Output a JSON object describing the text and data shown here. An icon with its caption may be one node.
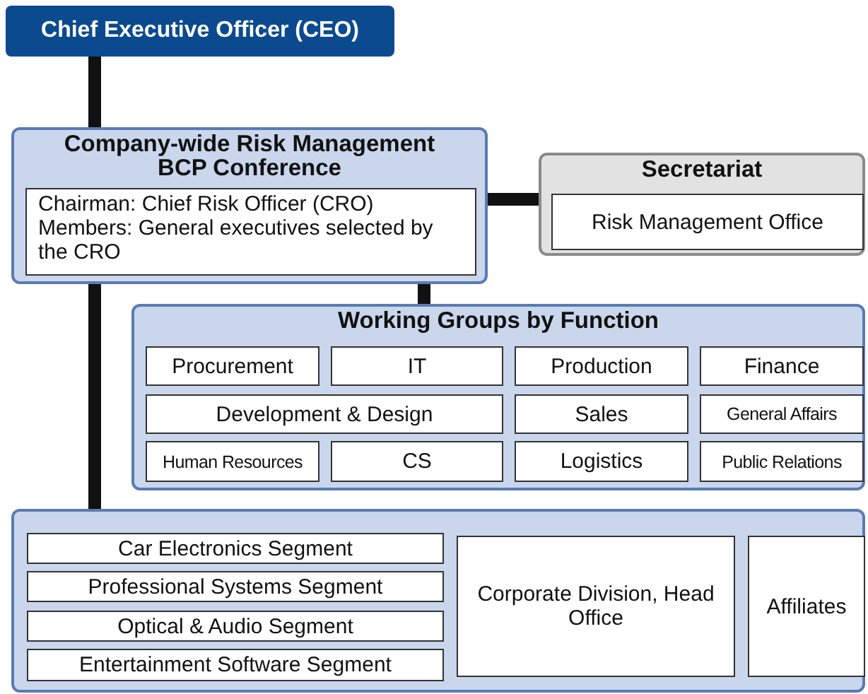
{
  "diagram": {
    "nodes": [
      {
        "text": [
          "Chief Executive Officer (CEO)"
        ]
      },
      {
        "text": [
          "Company-wide Risk Management BCP Conference"
        ]
      },
      {
        "text": [
          "Chairman: Chief Risk Officer (CRO)",
          "Members: General executives selected by the CRO"
        ],
        "in": 1
      },
      {
        "text": [
          "Secretariat"
        ]
      },
      {
        "text": [
          "Risk Management Office"
        ],
        "in": 3
      },
      {
        "text": [
          "Working Groups by Function"
        ]
      },
      {
        "text": [
          "Procurement"
        ],
        "in": 5
      },
      {
        "text": [
          "IT"
        ],
        "in": 5
      },
      {
        "text": [
          "Production"
        ],
        "in": 5
      },
      {
        "text": [
          "Finance"
        ],
        "in": 5
      },
      {
        "text": [
          "Development & Design"
        ],
        "in": 5
      },
      {
        "text": [
          "Sales"
        ],
        "in": 5
      },
      {
        "text": [
          "General Affairs"
        ],
        "in": 5
      },
      {
        "text": [
          "Human Resources"
        ],
        "in": 5
      },
      {
        "text": [
          "CS"
        ],
        "in": 5
      },
      {
        "text": [
          "Logistics"
        ],
        "in": 5
      },
      {
        "text": [
          "Public Relations"
        ],
        "in": 5
      },
      {
        "text": [],
        "shape": "box"
      },
      {
        "text": [
          "Car Electronics Segment"
        ],
        "in": 17
      },
      {
        "text": [
          "Professional Systems Segment"
        ],
        "in": 17
      },
      {
        "text": [
          "Optical & Audio Segment"
        ],
        "in": 17
      },
      {
        "text": [
          "Entertainment Software Segment"
        ],
        "in": 17
      },
      {
        "text": [
          "Corporate Division, Head Office"
        ],
        "in": 17
      },
      {
        "text": [
          "Affiliates"
        ],
        "in": 17
      }
    ],
    "edges": [
      {
        "from": 0,
        "to": 1,
        "arrow": "none"
      },
      {
        "from": 1,
        "to": 3,
        "arrow": "none"
      },
      {
        "from": 1,
        "to": 5,
        "arrow": "none"
      },
      {
        "from": 1,
        "to": 17,
        "arrow": "none"
      }
    ]
  }
}
